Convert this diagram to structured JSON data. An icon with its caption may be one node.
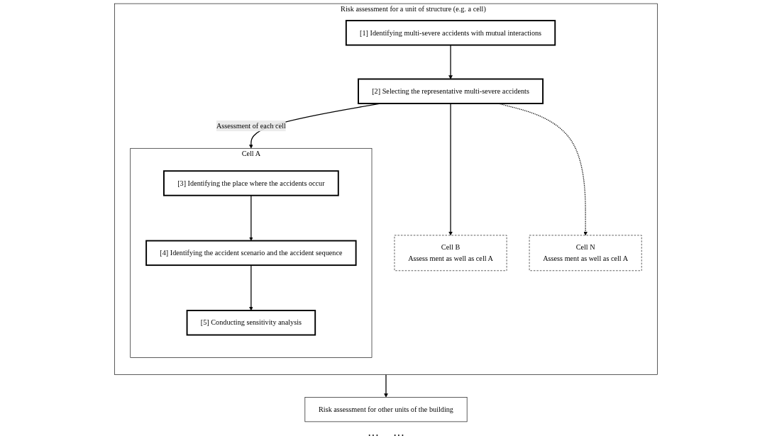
{
  "diagram": {
    "nodes": [
      {
        "text": [
          "Risk assessment for a unit of structure (e.g. a cell)"
        ]
      },
      {
        "text": [
          "[1] Identifying multi-severe accidents with mutual interactions"
        ],
        "in": 0
      },
      {
        "text": [
          "[2] Selecting the representative multi-severe accidents"
        ],
        "in": 0
      },
      {
        "text": [
          "Cell A"
        ],
        "in": 0
      },
      {
        "text": [
          "[3] Identifying the place where the accidents occur"
        ],
        "in": 3
      },
      {
        "text": [
          "[4] Identifying the accident scenario and the accident sequence"
        ],
        "in": 3
      },
      {
        "text": [
          "[5] Conducting sensitivity analysis"
        ],
        "in": 3
      },
      {
        "text": [
          "Cell B",
          "Assess ment as well as cell A"
        ],
        "in": 0
      },
      {
        "text": [
          "Cell N",
          "Assess ment as well as cell A"
        ],
        "in": 0
      },
      {
        "text": [
          "Risk assessment for other units of the building"
        ]
      }
    ],
    "edges": [
      {
        "from": 1,
        "to": 2,
        "arrow": "to"
      },
      {
        "from": 2,
        "to": 3,
        "arrow": "to",
        "label": "Assessment of each cell"
      },
      {
        "from": 2,
        "to": 7,
        "arrow": "to"
      },
      {
        "from": 2,
        "to": 8,
        "arrow": "to",
        "style": "dashed"
      },
      {
        "from": 4,
        "to": 5,
        "arrow": "to"
      },
      {
        "from": 5,
        "to": 6,
        "arrow": "to"
      },
      {
        "from": 0,
        "to": 9,
        "arrow": "to"
      }
    ],
    "labels": [
      "···",
      "···"
    ]
  }
}
